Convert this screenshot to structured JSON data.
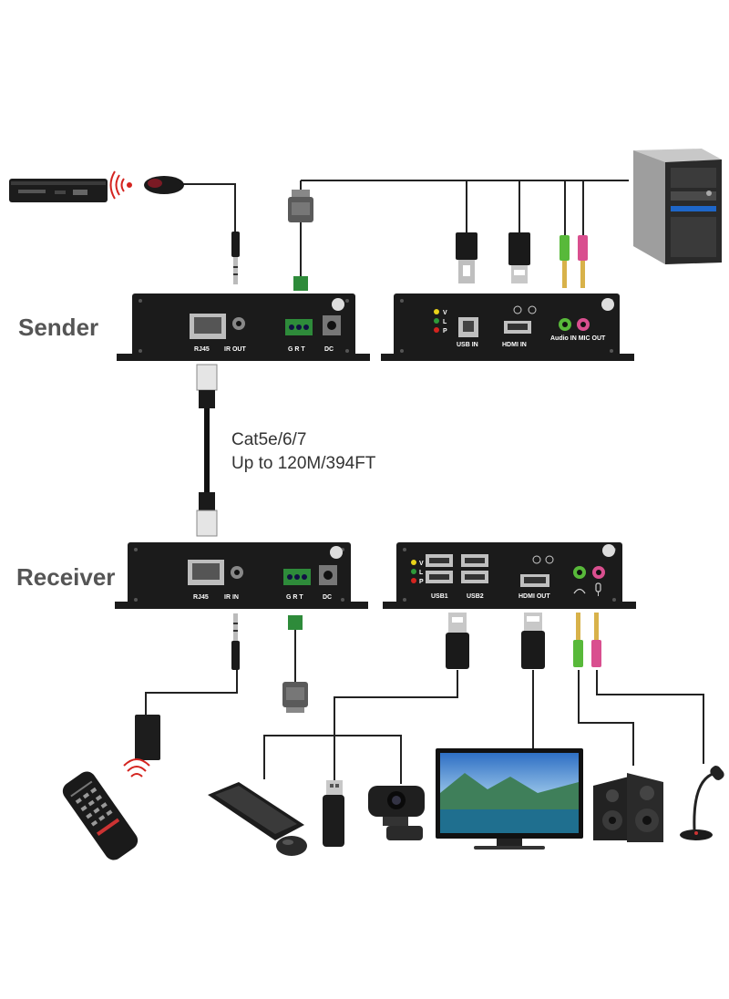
{
  "labels": {
    "sender": "Sender",
    "receiver": "Receiver",
    "cable_line1": "Cat5e/6/7",
    "cable_line2": "Up to 120M/394FT"
  },
  "sender_left_ports": {
    "rj45": "RJ45",
    "ir_out": "IR OUT",
    "grt": "G R T",
    "dc": "DC"
  },
  "sender_right_ports": {
    "v": "V",
    "l": "L",
    "p": "P",
    "usb_in": "USB IN",
    "hdmi_in": "HDMI IN",
    "audio_mic": "Audio IN MIC OUT"
  },
  "receiver_left_ports": {
    "rj45": "RJ45",
    "ir_in": "IR IN",
    "grt": "G R T",
    "dc": "DC"
  },
  "receiver_right_ports": {
    "v": "V",
    "l": "L",
    "p": "P",
    "usb1": "USB1",
    "usb2": "USB2",
    "hdmi_out": "HDMI OUT"
  },
  "colors": {
    "device": "#1b1b1b",
    "line": "#222222",
    "green": "#58b93a",
    "pink": "#d94f8f",
    "accent_green": "#2e8b3a"
  }
}
